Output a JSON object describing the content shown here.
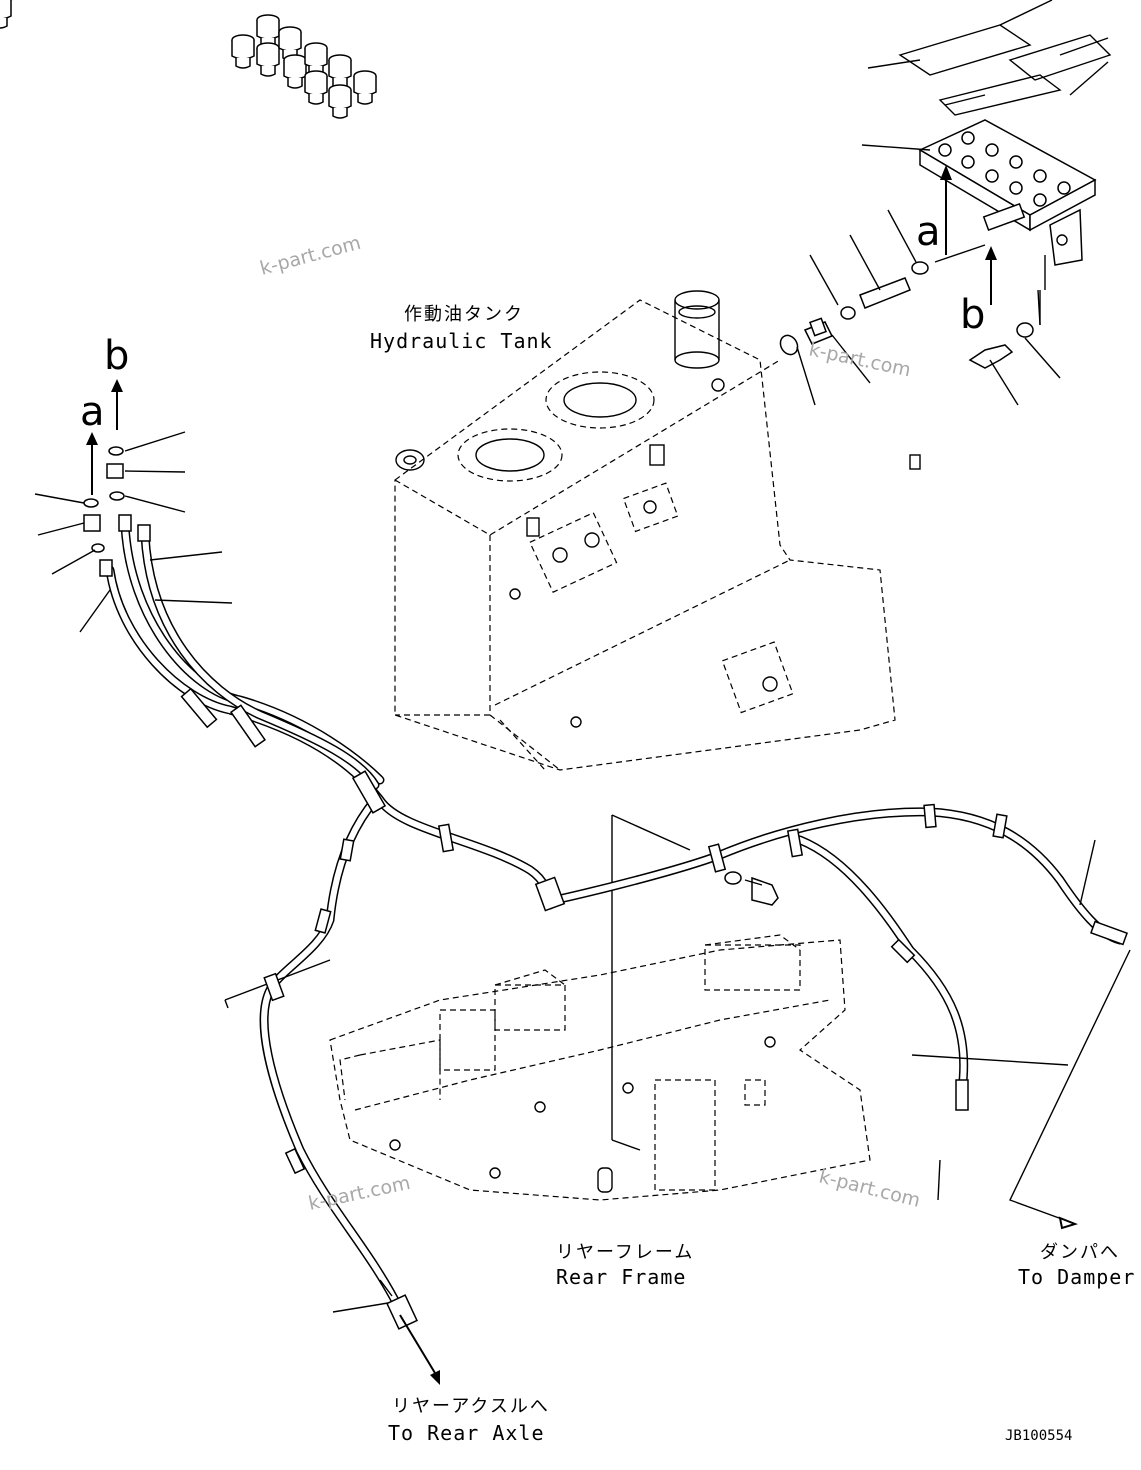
{
  "labels": {
    "hydraulic_tank_jp": "作動油タンク",
    "hydraulic_tank_en": "Hydraulic Tank",
    "rear_frame_jp": "リヤーフレーム",
    "rear_frame_en": "Rear Frame",
    "to_damper_jp": "ダンパへ",
    "to_damper_en": "To Damper",
    "to_rear_axle_jp": "リヤーアクスルへ",
    "to_rear_axle_en": "To Rear Axle"
  },
  "refs": {
    "a_left": "a",
    "b_left": "b",
    "a_right": "a",
    "b_right": "b"
  },
  "watermark": "k-part.com",
  "drawing_code": "JB100554"
}
